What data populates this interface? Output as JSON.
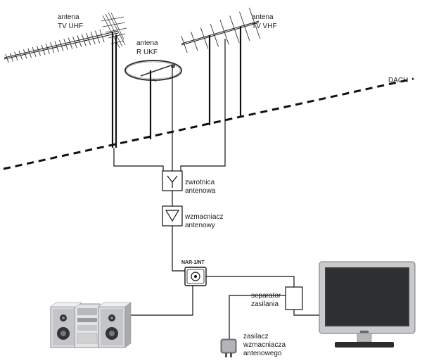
{
  "labels": {
    "antenna_tv_uhf": [
      "antena",
      "TV UHF"
    ],
    "antenna_r_ukf": [
      "antena",
      "R UKF"
    ],
    "antenna_tv_vhf": [
      "antena",
      "TV VHF"
    ],
    "roof": "DACH",
    "splitter": [
      "zwrotnica",
      "antenowa"
    ],
    "amplifier": [
      "wzmacniacz",
      "antenowy"
    ],
    "socket": "NAR-1/NT",
    "separator": [
      "separator",
      "zasilania"
    ],
    "power_supply": [
      "zasilacz",
      "wzmacniacza",
      "antenowego"
    ]
  },
  "icons": {
    "uhf_antenna": "yagi-uhf-antenna-icon",
    "fm_antenna": "ring-antenna-icon",
    "vhf_antenna": "yagi-vhf-antenna-icon",
    "splitter": "splitter-symbol-icon",
    "amplifier": "amplifier-triangle-icon",
    "socket": "antenna-socket-icon",
    "stereo": "hifi-stereo-icon",
    "tv": "flat-tv-icon",
    "psu": "power-adapter-icon"
  },
  "colors": {
    "line": "#111111",
    "device_silver": "#c9cacc",
    "device_dark": "#3a3b3d"
  }
}
